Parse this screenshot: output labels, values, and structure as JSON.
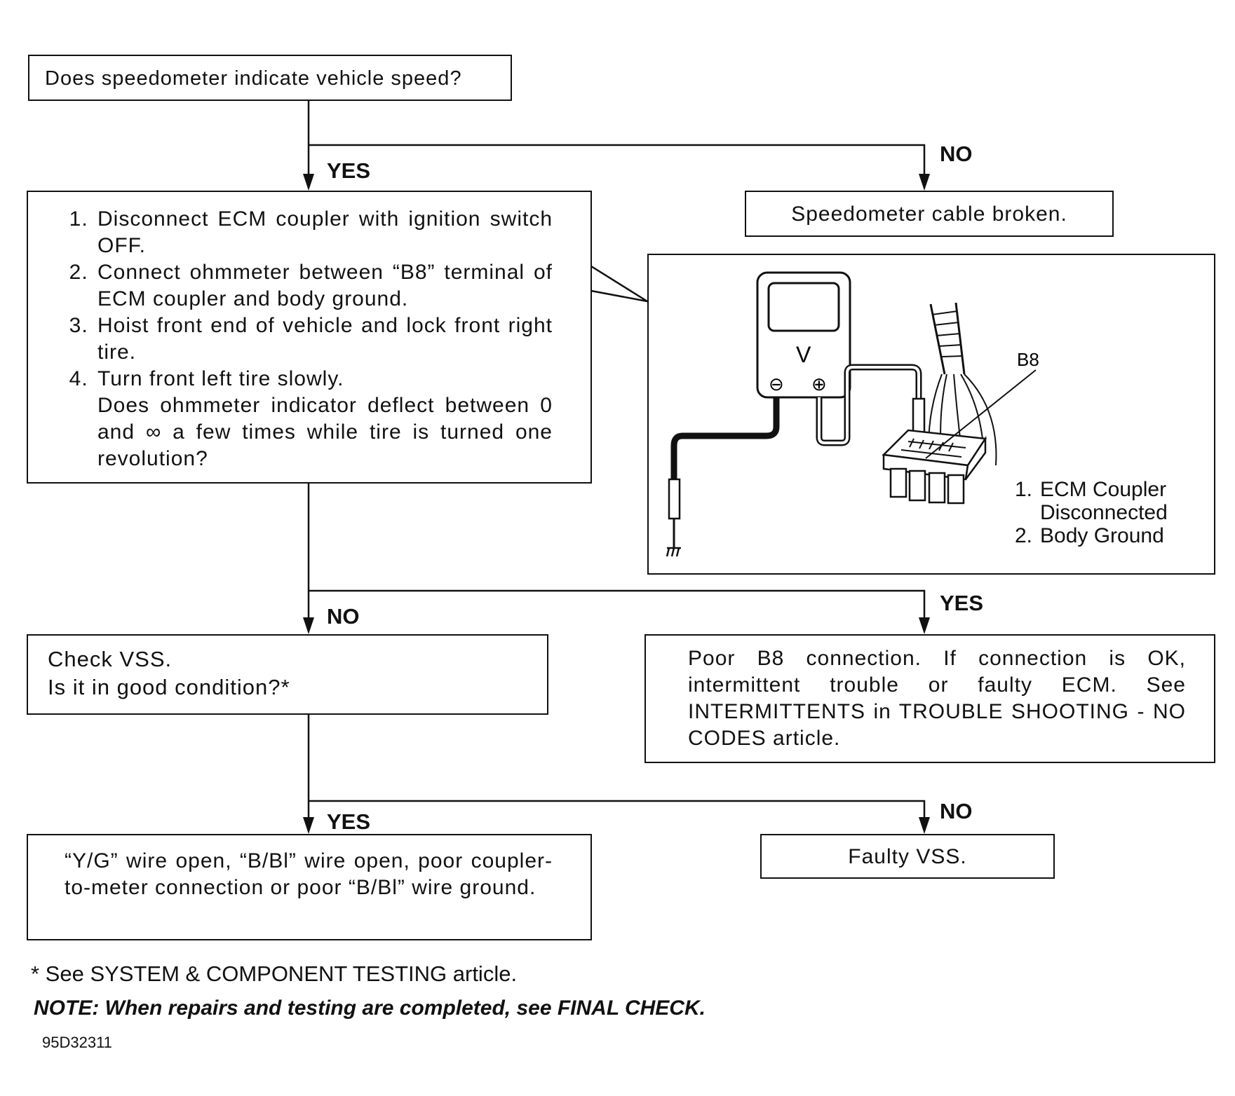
{
  "start": {
    "question": "Does speedometer indicate vehicle speed?"
  },
  "labels": {
    "yes": "YES",
    "no": "NO"
  },
  "procedure": {
    "steps": [
      "Disconnect ECM coupler with ignition switch OFF.",
      "Connect ohmmeter between “B8” terminal of ECM coupler and body ground.",
      "Hoist front end of vehicle and lock front right tire.",
      "Turn front left tire slowly."
    ],
    "question": "Does ohmmeter indicator deflect between 0 and ∞ a few times while tire is turned one revolution?"
  },
  "result_no_speedo": "Speedometer cable broken.",
  "illustration": {
    "meter_letter": "V",
    "minus_symbol": "⊖",
    "plus_symbol": "⊕",
    "terminal_label": "B8",
    "callouts": [
      "ECM Coupler Disconnected",
      "Body Ground"
    ]
  },
  "vss_check": {
    "line1": "Check VSS.",
    "line2": "Is it in good condition?*"
  },
  "result_yes_deflect": "Poor B8 connection. If connection is OK, intermittent trouble or faulty ECM. See INTERMITTENTS in TROUBLE SHOOTING - NO CODES article.",
  "result_vss_good": "“Y/G” wire open, “B/Bl” wire open, poor coupler-to-meter connection or poor “B/Bl” wire ground.",
  "result_vss_bad": "Faulty VSS.",
  "footnote": "* See SYSTEM & COMPONENT TESTING article.",
  "note": "NOTE: When repairs and testing are completed, see FINAL CHECK.",
  "figure_code": "95D32311"
}
